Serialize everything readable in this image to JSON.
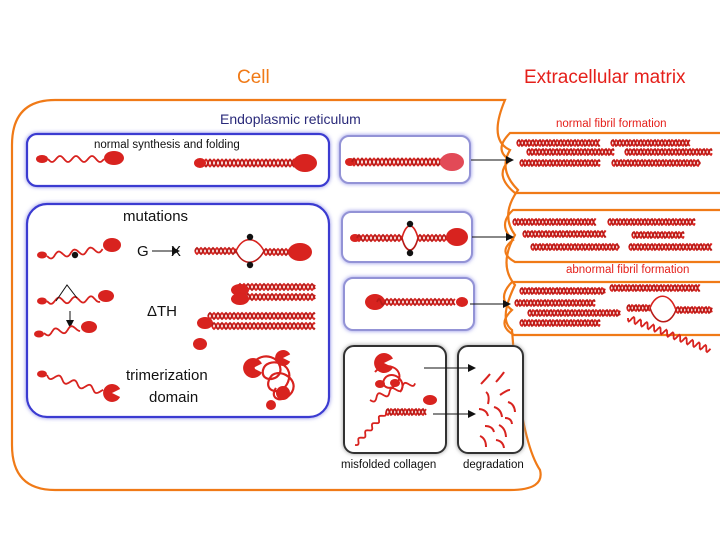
{
  "labels": {
    "cell": "Cell",
    "extracellular_matrix": "Extracellular matrix",
    "endoplasmic_reticulum": "Endoplasmic reticulum",
    "normal_synthesis": "normal synthesis and folding",
    "mutations": "mutations",
    "gx_g": "G",
    "gx_x": "X",
    "delta_th": "ΔTH",
    "trimerization_line1": "trimerization",
    "trimerization_line2": "domain",
    "normal_fibril": "normal fibril formation",
    "abnormal_fibril": "abnormal fibril formation",
    "misfolded_collagen": "misfolded collagen",
    "degradation": "degradation"
  },
  "colors": {
    "cell_border": "#f07a17",
    "er_border": "#3b3bd1",
    "protein_red": "#d8231f",
    "dark_red": "#b81b18",
    "ecm_text": "#e5201b",
    "er_text": "#2a2a7a",
    "dot": "#111111"
  }
}
